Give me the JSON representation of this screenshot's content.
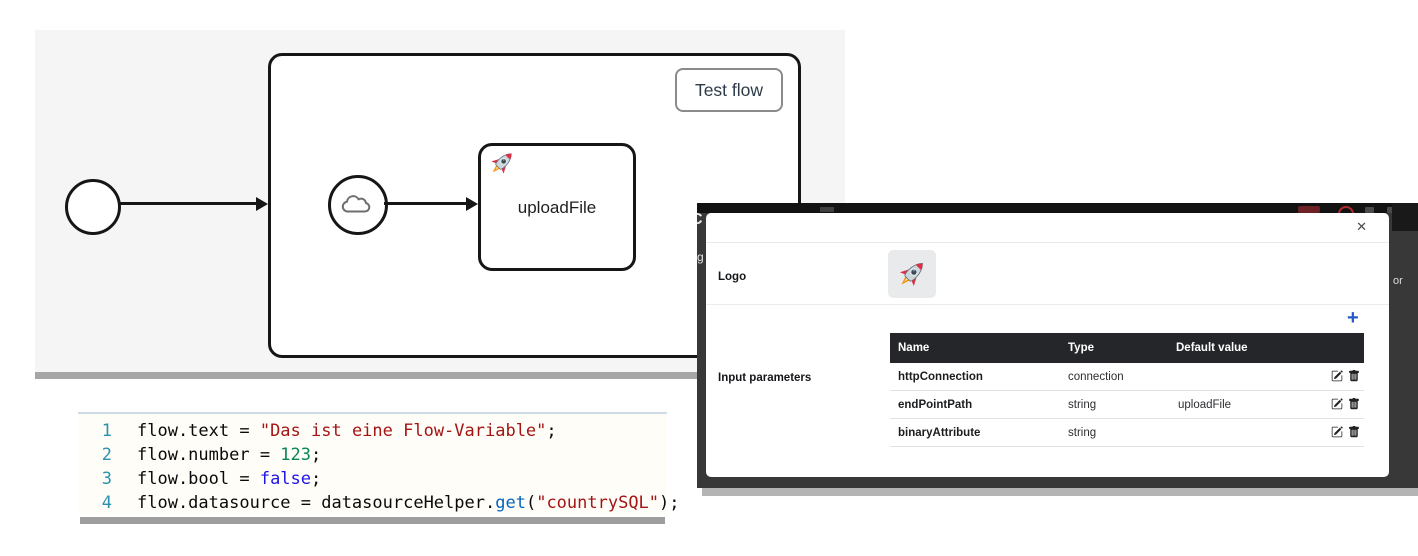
{
  "flow": {
    "subprocess_label": "Test flow",
    "task_label": "uploadFile"
  },
  "code": {
    "lines": [
      {
        "num": "1",
        "tokens": [
          {
            "t": "flow.text = ",
            "c": "plain"
          },
          {
            "t": "\"Das ist eine Flow-Variable\"",
            "c": "string"
          },
          {
            "t": ";",
            "c": "plain"
          }
        ]
      },
      {
        "num": "2",
        "tokens": [
          {
            "t": "flow.number = ",
            "c": "plain"
          },
          {
            "t": "123",
            "c": "number"
          },
          {
            "t": ";",
            "c": "plain"
          }
        ]
      },
      {
        "num": "3",
        "tokens": [
          {
            "t": "flow.bool = ",
            "c": "plain"
          },
          {
            "t": "false",
            "c": "keyword"
          },
          {
            "t": ";",
            "c": "plain"
          }
        ]
      },
      {
        "num": "4",
        "tokens": [
          {
            "t": "flow.datasource = datasourceHelper.",
            "c": "plain"
          },
          {
            "t": "get",
            "c": "method"
          },
          {
            "t": "(",
            "c": "plain"
          },
          {
            "t": "\"countrySQL\"",
            "c": "string"
          },
          {
            "t": ")",
            "c": "plain"
          },
          {
            "t": ";",
            "c": "plain"
          }
        ]
      }
    ]
  },
  "dialog": {
    "close_symbol": "✕",
    "logo_label": "Logo",
    "params_label": "Input parameters",
    "add_symbol": "+",
    "table": {
      "headers": [
        "Name",
        "Type",
        "Default value"
      ],
      "rows": [
        {
          "name": "httpConnection",
          "type": "connection",
          "default": ""
        },
        {
          "name": "endPointPath",
          "type": "string",
          "default": "uploadFile"
        },
        {
          "name": "binaryAttribute",
          "type": "string",
          "default": ""
        }
      ]
    },
    "backdrop_fragments": {
      "left_partial": "C",
      "left_letter": "g",
      "right_partial": "or"
    }
  }
}
